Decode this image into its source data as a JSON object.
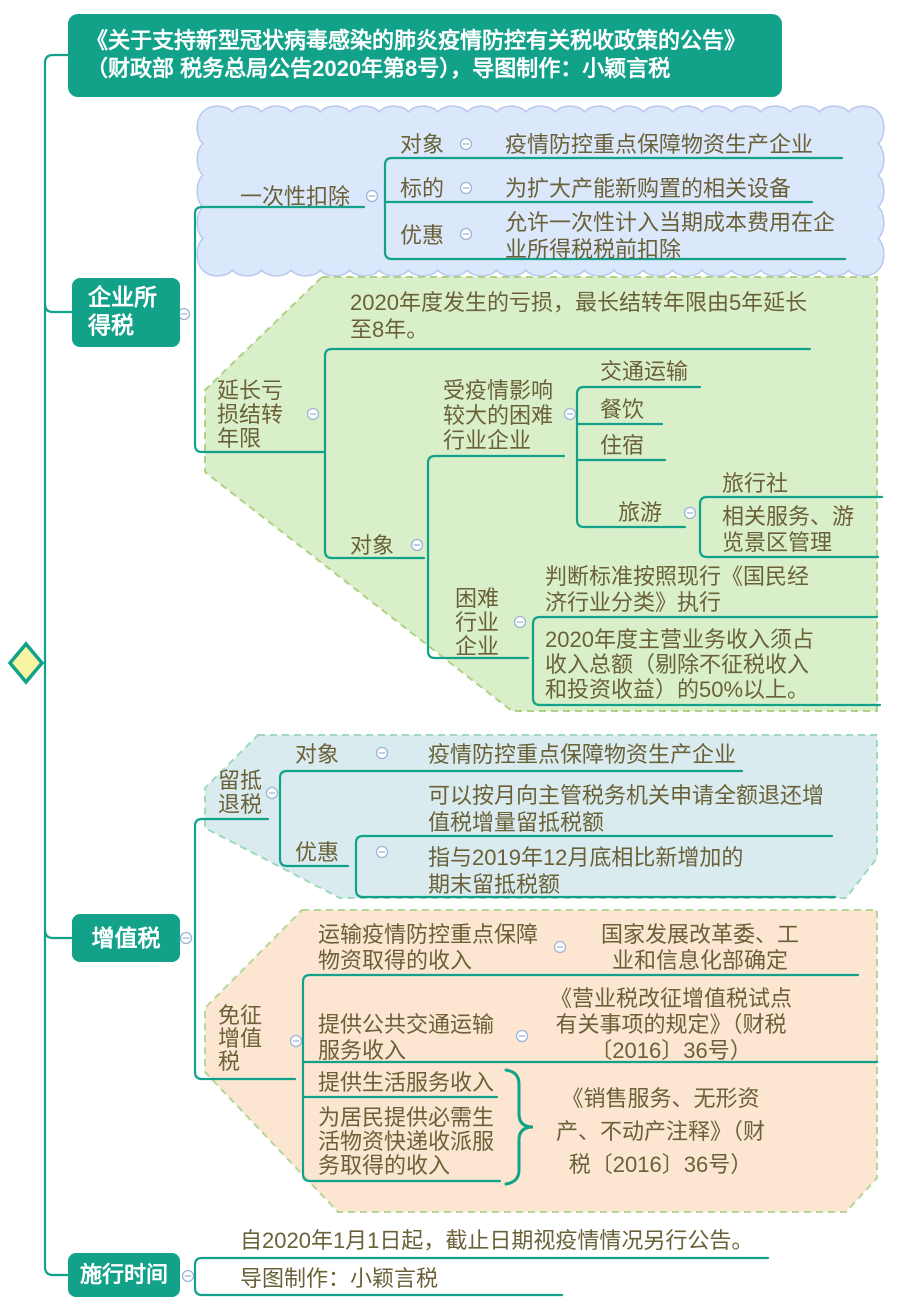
{
  "colors": {
    "teal": "#12a189",
    "body_text": "#6a6138",
    "cloud_fill": "#dbe7fa",
    "cloud_border": "#b9c9ee",
    "green_fill": "#d9efca",
    "green_border": "#aed183",
    "blue_fill": "#d9ebee",
    "blue_border": "#9fd8bd",
    "peach_fill": "#fce5d1",
    "peach_border": "#b4d795",
    "diamond_fill": "#f7f4a4",
    "collapse_icon": "#9db5d6"
  },
  "title": "《关于支持新型冠状病毒感染的肺炎疫情防控有关税收政策的公告》\n（财政部 税务总局公告2020年第8号），导图制作：小颖言税",
  "branch_corporate_tax": {
    "label": "企业所\n得税",
    "one_time_deduction": {
      "label": "一次性扣除",
      "target_label": "对象",
      "target": "疫情防控重点保障物资生产企业",
      "subject_label": "标的",
      "subject": "为扩大产能新购置的相关设备",
      "benefit_label": "优惠",
      "benefit": "允许一次性计入当期成本费用在企\n业所得税税前扣除"
    },
    "loss_carryover": {
      "label": "延长亏\n损结转\n年限",
      "rule": "2020年度发生的亏损，最长结转年限由5年延长\n至8年。",
      "target_label": "对象",
      "affected": "受疫情影响\n较大的困难\n行业企业",
      "industries": {
        "transport": "交通运输",
        "catering": "餐饮",
        "accommodation": "住宿",
        "tourism": "旅游",
        "travel_agency": "旅行社",
        "related_services": "相关服务、游\n览景区管理"
      },
      "difficult_industry": {
        "label": "困难\n行业\n企业",
        "judgment": "判断标准按照现行《国民经\n济行业分类》执行",
        "revenue_rule": "2020年度主营业务收入须占\n收入总额（剔除不征税收入\n和投资收益）的50%以上。"
      }
    }
  },
  "branch_vat": {
    "label": "增值税",
    "credit_refund": {
      "label": "留抵\n退税",
      "target_label": "对象",
      "target": "疫情防控重点保障物资生产企业",
      "benefit_label": "优惠",
      "benefit1": "可以按月向主管税务机关申请全额退还增\n值税增量留抵税额",
      "benefit2": "指与2019年12月底相比新增加的\n期末留抵税额"
    },
    "exemption": {
      "label": "免征\n增值\n税",
      "row1": "运输疫情防控重点保障\n物资取得的收入",
      "row1_value": "国家发展改革委、工\n业和信息化部确定",
      "row2": "提供公共交通运输\n服务收入",
      "row2_value": "《营业税改征增值税试点\n有关事项的规定》（财税\n〔2016〕36号）",
      "row3": "提供生活服务收入",
      "row4": "为居民提供必需生\n活物资快递收派服\n务取得的收入",
      "brace_value": "《销售服务、无形资\n产、不动产注释》（财\n税〔2016〕36号）"
    }
  },
  "branch_effective_time": {
    "label": "施行时间",
    "rule": "自2020年1月1日起，截止日期视疫情情况另行公告。",
    "credit": "导图制作：小颖言税"
  }
}
